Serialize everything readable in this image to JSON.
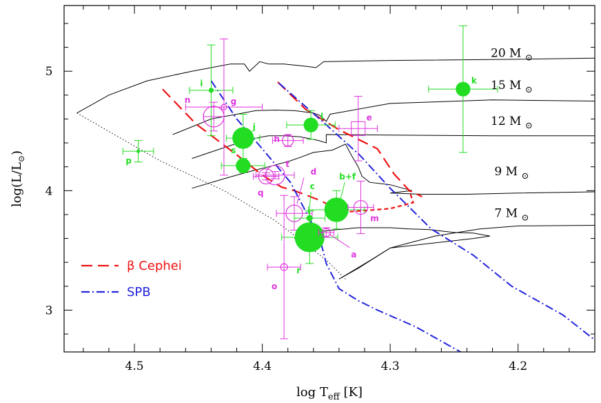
{
  "chart_data": {
    "type": "scatter",
    "xlabel": "log T",
    "xlabel_sub": "eff",
    "xlabel_unit": "[K]",
    "ylabel": "log(L/L",
    "ylabel_sub": "⊙",
    "ylabel_end": ")",
    "xlim": [
      4.555,
      4.14
    ],
    "ylim": [
      2.65,
      5.55
    ],
    "x_ticks": [
      {
        "value": 4.5,
        "label": "4.5"
      },
      {
        "value": 4.4,
        "label": "4.4"
      },
      {
        "value": 4.3,
        "label": "4.3"
      },
      {
        "value": 4.2,
        "label": "4.2"
      }
    ],
    "y_ticks": [
      {
        "value": 3,
        "label": "3"
      },
      {
        "value": 4,
        "label": "4"
      },
      {
        "value": 5,
        "label": "5"
      }
    ],
    "colors": {
      "green": "#22dd22",
      "magenta": "#dd33dd",
      "red": "#ee1111",
      "blue": "#2222dd",
      "track": "#000000"
    },
    "legend": [
      {
        "name": "β Cephei",
        "style": "long-dash",
        "color": "#ee1111"
      },
      {
        "name": "SPB",
        "style": "dash-dot",
        "color": "#2222dd"
      }
    ],
    "tracks": [
      {
        "label": "20 M",
        "symbol": "⊙",
        "label_at": [
          4.205,
          5.12
        ],
        "points": [
          [
            4.545,
            4.65
          ],
          [
            4.52,
            4.8
          ],
          [
            4.49,
            4.92
          ],
          [
            4.455,
            5.0
          ],
          [
            4.44,
            5.03
          ],
          [
            4.425,
            5.06
          ],
          [
            4.414,
            5.06
          ],
          [
            4.41,
            5.0
          ],
          [
            4.402,
            5.08
          ],
          [
            4.395,
            5.06
          ],
          [
            4.383,
            5.06
          ],
          [
            4.365,
            5.04
          ],
          [
            4.358,
            5.03
          ],
          [
            4.352,
            5.08
          ],
          [
            4.3,
            5.09
          ],
          [
            4.2,
            5.1
          ],
          [
            4.14,
            5.11
          ]
        ]
      },
      {
        "label": "15 M",
        "symbol": "⊙",
        "label_at": [
          4.205,
          4.85
        ],
        "points": [
          [
            4.47,
            4.47
          ],
          [
            4.44,
            4.6
          ],
          [
            4.42,
            4.64
          ],
          [
            4.405,
            4.67
          ],
          [
            4.39,
            4.675
          ],
          [
            4.375,
            4.67
          ],
          [
            4.36,
            4.65
          ],
          [
            4.355,
            4.63
          ],
          [
            4.35,
            4.58
          ],
          [
            4.347,
            4.64
          ],
          [
            4.3,
            4.73
          ],
          [
            4.22,
            4.76
          ],
          [
            4.14,
            4.75
          ]
        ]
      },
      {
        "label": "12 M",
        "symbol": "⊙",
        "label_at": [
          4.205,
          4.55
        ],
        "points": [
          [
            4.455,
            4.27
          ],
          [
            4.43,
            4.36
          ],
          [
            4.41,
            4.43
          ],
          [
            4.395,
            4.46
          ],
          [
            4.382,
            4.46
          ],
          [
            4.37,
            4.45
          ],
          [
            4.356,
            4.42
          ],
          [
            4.35,
            4.4
          ],
          [
            4.35,
            4.47
          ],
          [
            4.3,
            4.465
          ],
          [
            4.22,
            4.46
          ],
          [
            4.14,
            4.46
          ]
        ]
      },
      {
        "label": "9 M",
        "symbol": "⊙",
        "label_at": [
          4.205,
          4.13
        ],
        "points": [
          [
            4.455,
            4.02
          ],
          [
            4.43,
            4.1
          ],
          [
            4.41,
            4.16
          ],
          [
            4.395,
            4.2
          ],
          [
            4.378,
            4.25
          ],
          [
            4.37,
            4.28
          ],
          [
            4.36,
            4.32
          ],
          [
            4.345,
            4.34
          ],
          [
            4.335,
            4.39
          ],
          [
            4.33,
            4.29
          ],
          [
            4.325,
            4.2
          ],
          [
            4.322,
            4.12
          ],
          [
            4.316,
            4.07
          ],
          [
            4.3,
            4.05
          ],
          [
            4.283,
            4.0
          ],
          [
            4.3,
            3.98
          ],
          [
            4.275,
            3.97
          ],
          [
            4.24,
            3.97
          ],
          [
            4.2,
            3.98
          ],
          [
            4.14,
            3.99
          ]
        ]
      },
      {
        "label": "7 M",
        "symbol": "⊙",
        "label_at": [
          4.205,
          3.78
        ],
        "points": [
          [
            4.375,
            3.6
          ],
          [
            4.36,
            3.65
          ],
          [
            4.345,
            3.67
          ],
          [
            4.335,
            3.68
          ],
          [
            4.33,
            3.685
          ],
          [
            4.325,
            3.69
          ],
          [
            4.3,
            3.69
          ],
          [
            4.285,
            3.68
          ],
          [
            4.27,
            3.675
          ],
          [
            4.25,
            3.65
          ],
          [
            4.235,
            3.645
          ],
          [
            4.222,
            3.62
          ],
          [
            4.235,
            3.6
          ],
          [
            4.3,
            3.52
          ],
          [
            4.315,
            3.42
          ],
          [
            4.34,
            3.26
          ],
          [
            4.325,
            3.35
          ],
          [
            4.3,
            3.52
          ],
          [
            4.265,
            3.62
          ],
          [
            4.23,
            3.68
          ],
          [
            4.2,
            3.705
          ],
          [
            4.14,
            3.71
          ]
        ]
      }
    ],
    "zams": [
      [
        4.545,
        4.65
      ],
      [
        4.48,
        4.25
      ],
      [
        4.43,
        4.0
      ],
      [
        4.39,
        3.75
      ],
      [
        4.35,
        3.42
      ],
      [
        4.335,
        3.26
      ]
    ],
    "beta_cep": {
      "blue_edge": [
        [
          4.478,
          4.85
        ],
        [
          4.452,
          4.56
        ],
        [
          4.42,
          4.3
        ],
        [
          4.4,
          4.13
        ],
        [
          4.385,
          4.03
        ],
        [
          4.375,
          4.0
        ],
        [
          4.355,
          3.92
        ],
        [
          4.337,
          3.82
        ]
      ],
      "red_edge": [
        [
          4.388,
          4.91
        ],
        [
          4.366,
          4.68
        ],
        [
          4.34,
          4.51
        ],
        [
          4.31,
          4.35
        ],
        [
          4.297,
          4.14
        ],
        [
          4.285,
          4.0
        ],
        [
          4.275,
          3.95
        ]
      ],
      "bottom": [
        [
          4.337,
          3.82
        ],
        [
          4.3,
          3.85
        ],
        [
          4.282,
          3.9
        ],
        [
          4.285,
          4.0
        ]
      ]
    },
    "spb": {
      "blue_edge": [
        [
          4.44,
          4.92
        ],
        [
          4.42,
          4.6
        ],
        [
          4.4,
          4.35
        ],
        [
          4.378,
          4.07
        ],
        [
          4.355,
          3.6
        ],
        [
          4.35,
          3.39
        ],
        [
          4.34,
          3.18
        ],
        [
          4.325,
          3.08
        ],
        [
          4.31,
          3.0
        ],
        [
          4.28,
          2.86
        ],
        [
          4.24,
          2.62
        ]
      ],
      "red_edge": [
        [
          4.387,
          4.9
        ],
        [
          4.353,
          4.58
        ],
        [
          4.324,
          4.3
        ],
        [
          4.3,
          4.02
        ],
        [
          4.268,
          3.68
        ],
        [
          4.235,
          3.46
        ],
        [
          4.205,
          3.2
        ],
        [
          4.165,
          2.96
        ],
        [
          4.14,
          2.75
        ]
      ]
    },
    "stars": [
      {
        "id": "i",
        "x": 4.44,
        "y": 4.84,
        "color": "green",
        "size": 3,
        "filled": true,
        "xerr": 0.017,
        "yerr": 0.38,
        "label_dx": -14,
        "label_dy": -10
      },
      {
        "id": "g",
        "x": 4.43,
        "y": 4.7,
        "color": "magenta",
        "size": 4,
        "filled": false,
        "xerr": 0.03,
        "yerr": 0.57,
        "label_dx": 14,
        "label_dy": -8
      },
      {
        "id": "n",
        "x": 4.438,
        "y": 4.62,
        "color": "magenta",
        "size": 15,
        "filled": false,
        "xerr": 0.008,
        "yerr": 0.12,
        "label_dx": -38,
        "label_dy": -24
      },
      {
        "id": "j",
        "x": 4.415,
        "y": 4.44,
        "color": "green",
        "size": 15,
        "filled": true,
        "xerr": 0.013,
        "yerr": 0.2,
        "label_dx": 16,
        "label_dy": -16
      },
      {
        "id": "s",
        "x": 4.415,
        "y": 4.21,
        "color": "green",
        "size": 10,
        "filled": true,
        "xerr": 0.017,
        "yerr": 0.06,
        "label_dx": -14,
        "label_dy": -22
      },
      {
        "id": "k",
        "x": 4.243,
        "y": 4.85,
        "color": "green",
        "size": 10,
        "filled": true,
        "xerr": 0.027,
        "yerr": 0.53,
        "label_dx": 16,
        "label_dy": -12
      },
      {
        "id": "l",
        "x": 4.362,
        "y": 4.55,
        "color": "green",
        "size": 10,
        "filled": true,
        "xerr": 0.019,
        "yerr": 0.12,
        "label_dx": 16,
        "label_dy": -12
      },
      {
        "id": "e",
        "x": 4.325,
        "y": 4.52,
        "color": "magenta",
        "size": 10,
        "filled": false,
        "square": true,
        "xerr": 0.015,
        "yerr": 0.27,
        "label_dx": 16,
        "label_dy": -16
      },
      {
        "id": "h",
        "x": 4.38,
        "y": 4.42,
        "color": "magenta",
        "size": 8,
        "filled": false,
        "xerr": 0.012,
        "yerr": 0.05,
        "label_dx": -16,
        "label_dy": -2
      },
      {
        "id": "t",
        "x": 4.39,
        "y": 4.13,
        "color": "magenta",
        "size": 14,
        "filled": false,
        "xerr": 0.015,
        "yerr": 0.03,
        "label_dx": 18,
        "label_dy": -16
      },
      {
        "id": "q",
        "x": 4.397,
        "y": 4.12,
        "color": "magenta",
        "size": 11,
        "filled": false,
        "xerr": 0.01,
        "yerr": 0.03,
        "label_dx": -8,
        "label_dy": 24
      },
      {
        "id": "p",
        "x": 4.497,
        "y": 4.33,
        "color": "green",
        "size": 2,
        "filled": true,
        "xerr": 0.012,
        "yerr": 0.09,
        "label_dx": -14,
        "label_dy": 14
      },
      {
        "id": "d",
        "x": 4.375,
        "y": 3.81,
        "color": "magenta",
        "size": 12,
        "filled": false,
        "xerr": 0.014,
        "yerr": 0.14,
        "label_dx": 28,
        "label_dy": -60
      },
      {
        "id": "c",
        "x": 4.363,
        "y": 3.77,
        "color": "green",
        "size": 4,
        "filled": true,
        "xerr": 0.012,
        "yerr": 0.06,
        "label_dx": 4,
        "label_dy": -46
      },
      {
        "id": "b+f",
        "x": 4.342,
        "y": 3.84,
        "color": "green",
        "size": 17,
        "filled": true,
        "xerr": 0.022,
        "yerr": 0.16,
        "label_dx": 16,
        "label_dy": -48
      },
      {
        "id": "m",
        "x": 4.323,
        "y": 3.86,
        "color": "magenta",
        "size": 10,
        "filled": false,
        "xerr": 0.01,
        "yerr": 0.22,
        "label_dx": 20,
        "label_dy": 16
      },
      {
        "id": "r",
        "x": 4.363,
        "y": 3.61,
        "color": "green",
        "size": 21,
        "filled": true,
        "xerr": 0.022,
        "yerr": 0.22,
        "label_dx": -16,
        "label_dy": 48
      },
      {
        "id": "a",
        "x": 4.35,
        "y": 3.65,
        "color": "magenta",
        "size": 6,
        "filled": false,
        "xerr": 0.006,
        "yerr": 0.04,
        "label_dx": 40,
        "label_dy": 32
      },
      {
        "id": "o",
        "x": 4.383,
        "y": 3.36,
        "color": "magenta",
        "size": 5,
        "filled": false,
        "xerr": 0.013,
        "yerr": 0.6,
        "label_dx": -14,
        "label_dy": 28
      }
    ],
    "connectors": [
      {
        "from_star": "d",
        "color": "magenta",
        "dx1": 14,
        "dy1": -52,
        "dx2": 4,
        "dy2": -14
      },
      {
        "from_star": "c",
        "color": "green",
        "dx1": 2,
        "dy1": -38,
        "dx2": -1,
        "dy2": -6
      },
      {
        "from_star": "b+f",
        "color": "green",
        "dx1": 12,
        "dy1": -40,
        "dx2": 6,
        "dy2": -16
      },
      {
        "from_star": "a",
        "color": "magenta",
        "dx1": 34,
        "dy1": 22,
        "dx2": 4,
        "dy2": 2
      }
    ]
  }
}
